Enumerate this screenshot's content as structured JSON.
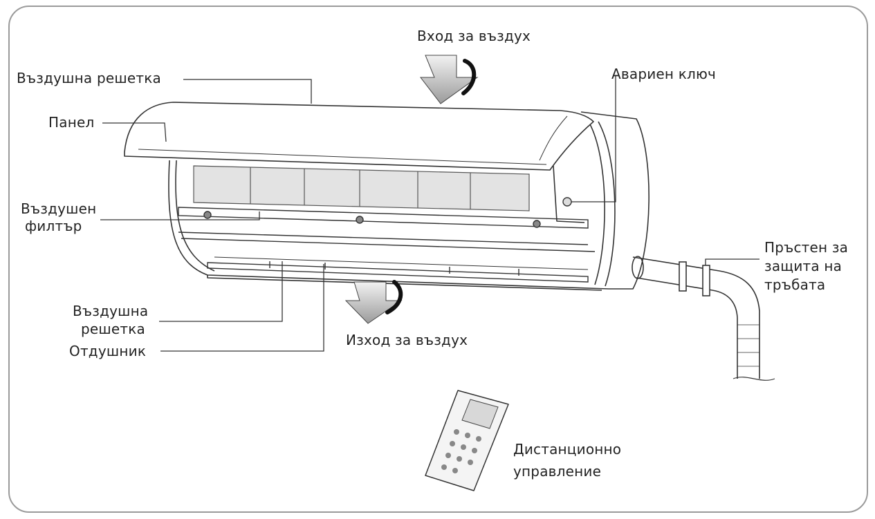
{
  "labels": {
    "air_inlet": "Вход за въздух",
    "air_grille_top": "Въздушна решетка",
    "emergency_key": "Авариен ключ",
    "panel": "Панел",
    "air_filter_l1": "Въздушен",
    "air_filter_l2": "филтър",
    "pipe_ring_l1": "Пръстен за",
    "pipe_ring_l2": "защита на",
    "pipe_ring_l3": "тръбата",
    "air_grille_bottom_l1": "Въздушна",
    "air_grille_bottom_l2": "решетка",
    "air_outlet": "Изход за въздух",
    "vent": "Отдушник",
    "remote_l1": "Дистанционно",
    "remote_l2": "управление"
  },
  "icons": {
    "inlet_arrow": "arrow-down-icon",
    "outlet_arrow": "arrow-down-icon"
  },
  "colors": {
    "line": "#333333",
    "frame": "#9a9a9a",
    "filter": "#e3e3e3"
  }
}
